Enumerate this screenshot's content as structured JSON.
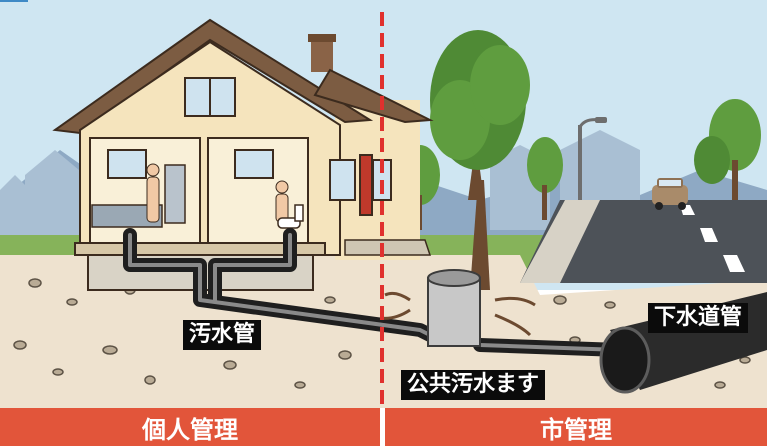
{
  "labels": {
    "sewage_pipe": "汚水管",
    "sewer_main": "下水道管",
    "public_box": "公共汚水ます"
  },
  "footer": {
    "private_management": "個人管理",
    "city_management": "市管理"
  },
  "colors": {
    "footer_bar": "#e2553a",
    "boundary_line": "#e0312e",
    "sky": "#cfe6f2",
    "ground": "#eee2cf",
    "house_wall": "#f5e4bd",
    "roof": "#7c5c42",
    "pipe": "#1f1f1f",
    "road": "#4d5258"
  },
  "icons": [
    "house-illustration",
    "pipe-illustration",
    "tree-illustration",
    "road-illustration",
    "car-icon",
    "street-lamp-icon",
    "person-icon",
    "toilet-icon"
  ]
}
